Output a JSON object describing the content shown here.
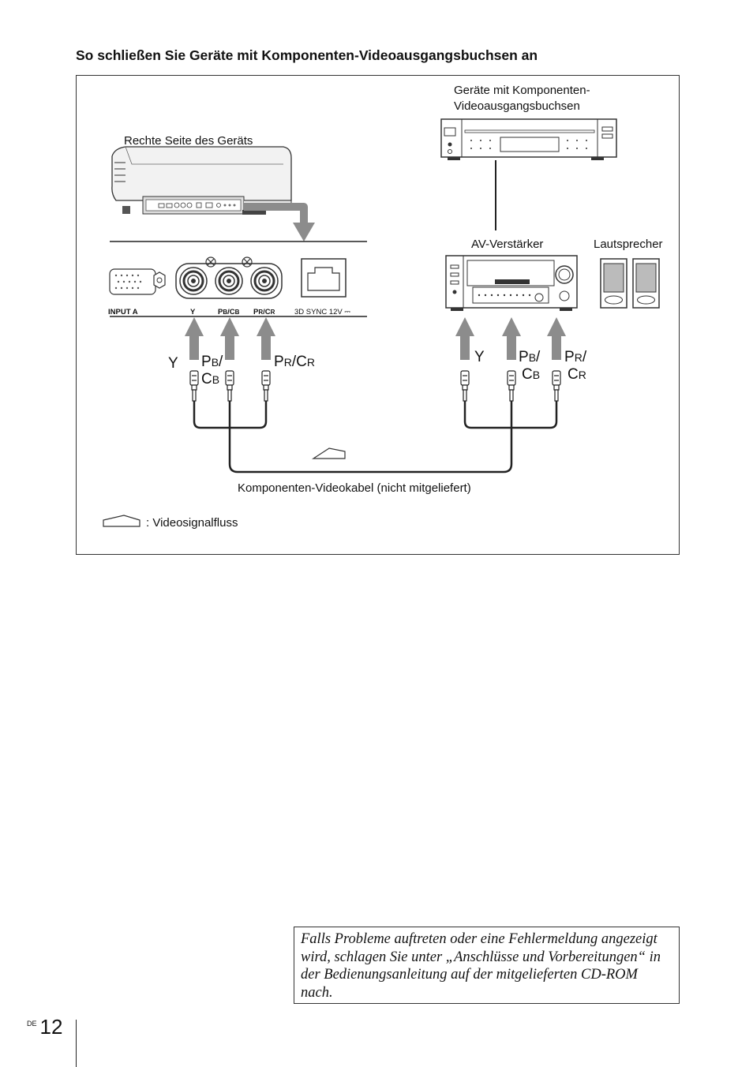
{
  "section_title": "So schließen Sie Geräte mit Komponenten-Videoausgangsbuchsen an",
  "figure": {
    "label_projector": "Rechte Seite des Geräts",
    "label_source_line1": "Geräte mit Komponenten-",
    "label_source_line2": "Videoausgangsbuchsen",
    "label_amplifier": "AV-Verstärker",
    "label_speakers": "Lautsprecher",
    "panel_input_a": "INPUT A",
    "panel_y": "Y",
    "panel_pb": "P",
    "panel_pb_sub": "B",
    "panel_pb_cb": "/C",
    "panel_cb_sub": "B",
    "panel_pr": "P",
    "panel_pr_sub": "R",
    "panel_pr_cr": "/C",
    "panel_cr_sub": "R",
    "panel_3dsync": "3D SYNC 12V ⎓",
    "plug_y_left": "Y",
    "plug_pb_left_p": "P",
    "plug_pb_left_sub": "B",
    "plug_pb_left_slash": "/",
    "plug_cb_left_c": "C",
    "plug_cb_left_sub": "B",
    "plug_pr_left_p": "P",
    "plug_pr_left_sub": "R",
    "plug_pr_left_c": "/C",
    "plug_cr_left_sub": "R",
    "plug_y_right": "Y",
    "plug_pb_right_p": "P",
    "plug_pb_right_sub": "B",
    "plug_pb_right_slash": "/",
    "plug_cb_right_c": "C",
    "plug_cb_right_sub": "B",
    "plug_pr_right_p": "P",
    "plug_pr_right_sub": "R",
    "plug_pr_right_slash": "/",
    "plug_cr_right_c": "C",
    "plug_cr_right_sub": "R",
    "cable_label": "Komponenten-Videokabel (nicht mitgeliefert)",
    "legend_label": ": Videosignalfluss"
  },
  "note_text": "Falls Probleme auftreten oder eine Fehlermeldung angezeigt wird, schlagen Sie unter „Anschlüsse und Vorbereitungen“ in der Bedienungsanleitung auf der mitgelieferten CD-ROM nach.",
  "page": {
    "lang": "DE",
    "number": "12"
  }
}
